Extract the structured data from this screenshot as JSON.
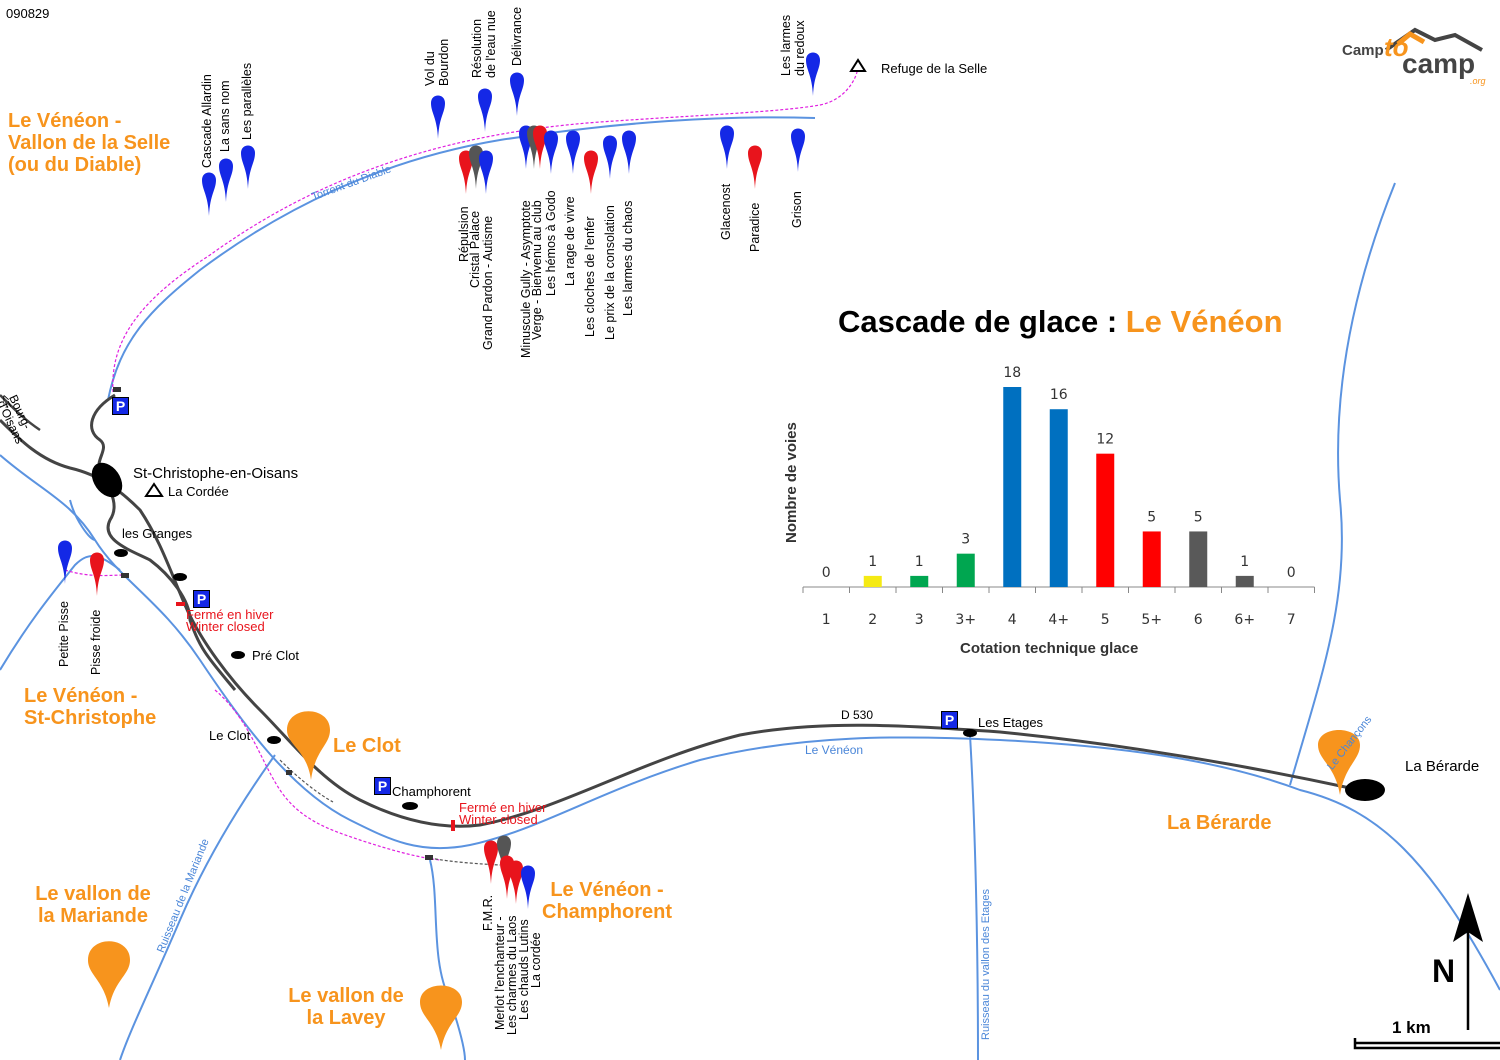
{
  "id_code": "090829",
  "logo": {
    "part1": "Camp",
    "part2": "to",
    "part3": "camp",
    "part4": ".org"
  },
  "title": {
    "main": "Cascade de glace : ",
    "accent": "Le Vénéon"
  },
  "sectors": {
    "selle": [
      "Le Vénéon -",
      "Vallon de la Selle",
      "(ou du Diable)"
    ],
    "stchristophe": [
      "Le Vénéon -",
      "St-Christophe"
    ],
    "clot": "Le Clot",
    "berarde": "La Bérarde",
    "champhorent": [
      "Le Vénéon -",
      "Champhorent"
    ],
    "mariande": [
      "Le vallon de",
      "la Mariande"
    ],
    "lavey": [
      "Le vallon de",
      "la Lavey"
    ]
  },
  "places": {
    "refuge": "Refuge de la Selle",
    "stchristophe": "St-Christophe-en-Oisans",
    "cordee": "La Cordée",
    "granges": "les Granges",
    "preclot": "Pré Clot",
    "leclot": "Le  Clot",
    "champhorent": "Champhorent",
    "etages": "Les Etages",
    "berarde": "La Bérarde",
    "bourg1": "Bourg-",
    "bourg2": "d'Oisans",
    "bourg_arrow": "<=",
    "d530": "D 530"
  },
  "closed": {
    "fr": "Fermé en hiver",
    "en": "Winter closed"
  },
  "rivers": {
    "diable": "Torrent du Diable",
    "veneon": "Le Vénéon",
    "mariande": "Ruisseau de la Mariande",
    "etages": "Ruisseau du vallon des Etages",
    "chancons": "Le Chançons"
  },
  "routes": {
    "selle_left": [
      "Cascade Allardin",
      "La sans nom",
      "Les parallèles"
    ],
    "vol": [
      "Vol du",
      "Bourdon"
    ],
    "resolution": [
      "Résolution",
      "de l'eau nue"
    ],
    "delivrance": "Délivrance",
    "larmes_redoux": [
      "Les larmes",
      "du redoux"
    ],
    "lower": [
      "Répulsion",
      "Cristal Palace",
      "Grand Pardon - Autisme",
      "Minuscule Gully - Asymptote",
      "Verge - Bienvenu au club",
      "Les hémos à Godo",
      "La rage de vivre",
      "Les cloches de l'enfer",
      "Le prix de la consolation",
      "Les larmes du chaos"
    ],
    "right": [
      "Glacenost",
      "Paradice",
      "Grison"
    ],
    "stchristophe": [
      "Petite Pisse",
      "Pisse froide"
    ],
    "champhorent": [
      "F.M.R.",
      "Merlot l'enchanteur -",
      "Les charmes du Laos",
      "Les chauds Lutins",
      "La cordée"
    ]
  },
  "parking": "P",
  "compass": "N",
  "scale": "1 km",
  "chart_data": {
    "type": "bar",
    "categories": [
      "1",
      "2",
      "3",
      "3+",
      "4",
      "4+",
      "5",
      "5+",
      "6",
      "6+",
      "7"
    ],
    "values": [
      0,
      1,
      1,
      3,
      18,
      16,
      12,
      5,
      5,
      1,
      0
    ],
    "colors": [
      "#dddd00",
      "#f5ea14",
      "#00a650",
      "#00a650",
      "#0070c0",
      "#0070c0",
      "#ff0000",
      "#ff0000",
      "#595959",
      "#595959",
      "#595959"
    ],
    "xlabel": "Cotation  technique glace",
    "ylabel": "Nombre de voies",
    "ylim": [
      0,
      18
    ],
    "grid": false
  }
}
